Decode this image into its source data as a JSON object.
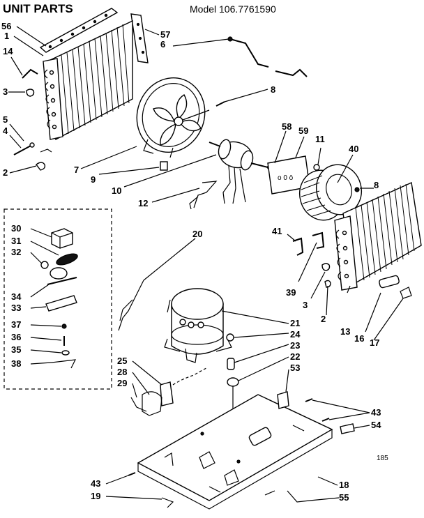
{
  "header": {
    "title": "UNIT PARTS",
    "model": "Model 106.7761590"
  },
  "footer": {
    "code": "185"
  },
  "callouts": {
    "c1": "1",
    "c2a": "2",
    "c2b": "2",
    "c3a": "3",
    "c3b": "3",
    "c4": "4",
    "c5": "5",
    "c6": "6",
    "c7": "7",
    "c8a": "8",
    "c8b": "8",
    "c9": "9",
    "c10": "10",
    "c11": "11",
    "c12": "12",
    "c13": "13",
    "c14": "14",
    "c16": "16",
    "c17": "17",
    "c18": "18",
    "c19": "19",
    "c20": "20",
    "c21": "21",
    "c22": "22",
    "c23": "23",
    "c24": "24",
    "c25": "25",
    "c28": "28",
    "c29": "29",
    "c30": "30",
    "c31": "31",
    "c32": "32",
    "c33": "33",
    "c34": "34",
    "c35": "35",
    "c36": "36",
    "c37": "37",
    "c38": "38",
    "c39": "39",
    "c40": "40",
    "c41": "41",
    "c43a": "43",
    "c43b": "43",
    "c53": "53",
    "c54": "54",
    "c55": "55",
    "c56": "56",
    "c57": "57",
    "c58": "58",
    "c59": "59"
  }
}
